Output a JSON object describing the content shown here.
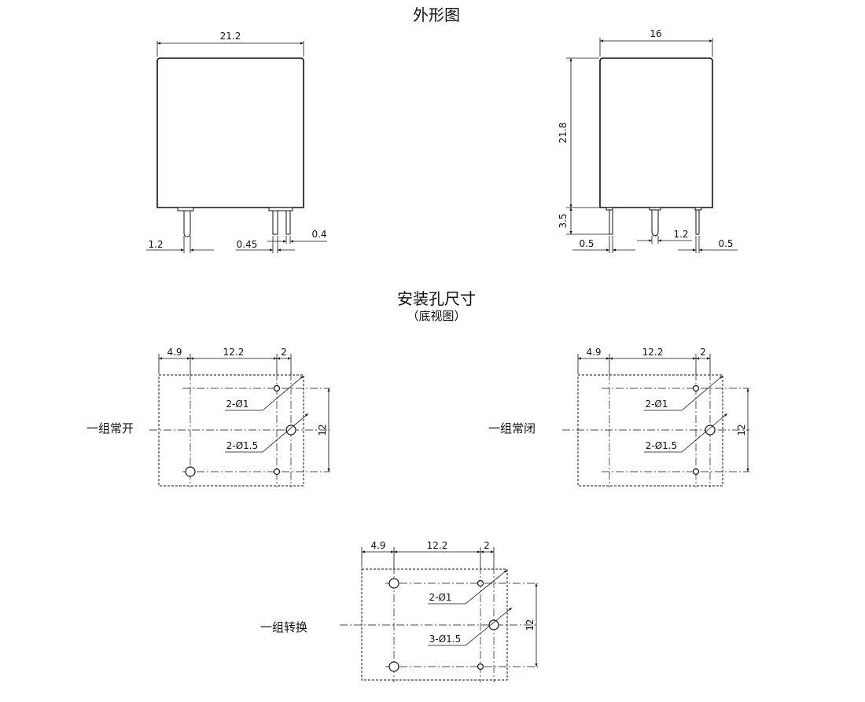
{
  "titles": {
    "outline": "外形图",
    "mounting": "安装孔尺寸",
    "mounting_sub": "（底视图）"
  },
  "front_view": {
    "width": "21.2",
    "pin_left": "1.2",
    "pin_gap": "0.45",
    "pin_thick": "0.4"
  },
  "side_view": {
    "width": "16",
    "height": "21.8",
    "pin_len": "3.5",
    "pin_left": "0.5",
    "pin_mid": "1.2",
    "pin_right": "0.5"
  },
  "layouts": [
    {
      "name": "一组常开",
      "d1": "4.9",
      "d2": "12.2",
      "d3": "2",
      "h": "12",
      "small_holes": "2-Ø1",
      "large_holes": "2-Ø1.5"
    },
    {
      "name": "一组常闭",
      "d1": "4.9",
      "d2": "12.2",
      "d3": "2",
      "h": "12",
      "small_holes": "2-Ø1",
      "large_holes": "2-Ø1.5"
    },
    {
      "name": "一组转换",
      "d1": "4.9",
      "d2": "12.2",
      "d3": "2",
      "h": "12",
      "small_holes": "2-Ø1",
      "large_holes": "3-Ø1.5"
    }
  ]
}
